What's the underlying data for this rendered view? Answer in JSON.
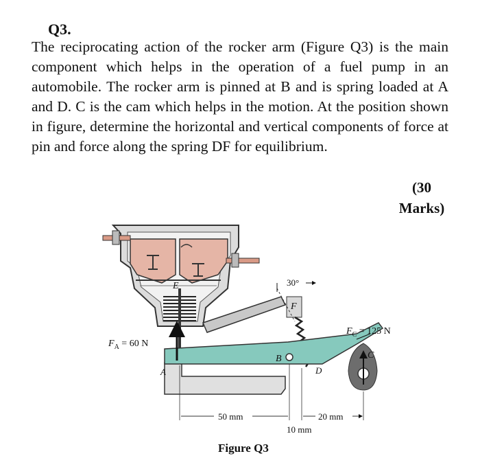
{
  "question": {
    "number": "Q3.",
    "text": "The reciprocating action of the rocker arm (Figure Q3) is the main component which helps in the operation of a fuel pump in an automobile. The rocker arm is pinned at B and is spring loaded at A and D. C is the cam which helps in the motion. At the position shown in figure, determine the horizontal and vertical components of force at pin and force along the spring DF for equilibrium.",
    "marks_line1": "(30",
    "marks_line2": "Marks)"
  },
  "figure": {
    "caption": "Figure Q3",
    "labels": {
      "E": "E",
      "F": "F",
      "A": "A",
      "B": "B",
      "C": "C",
      "D": "D",
      "angle": "30°",
      "force_A": "F",
      "force_A_sub": "A",
      "force_A_val": " = 60 N",
      "force_C": "F",
      "force_C_sub": "C",
      "force_C_val": " = 125 N",
      "dim_50": "50 mm",
      "dim_10": "10 mm",
      "dim_20": "20 mm"
    },
    "colors": {
      "diaphragm": "#e5b5a6",
      "rocker_arm": "#86c9bd",
      "cam": "#6d6d6d",
      "pipe": "#d99a86"
    }
  }
}
